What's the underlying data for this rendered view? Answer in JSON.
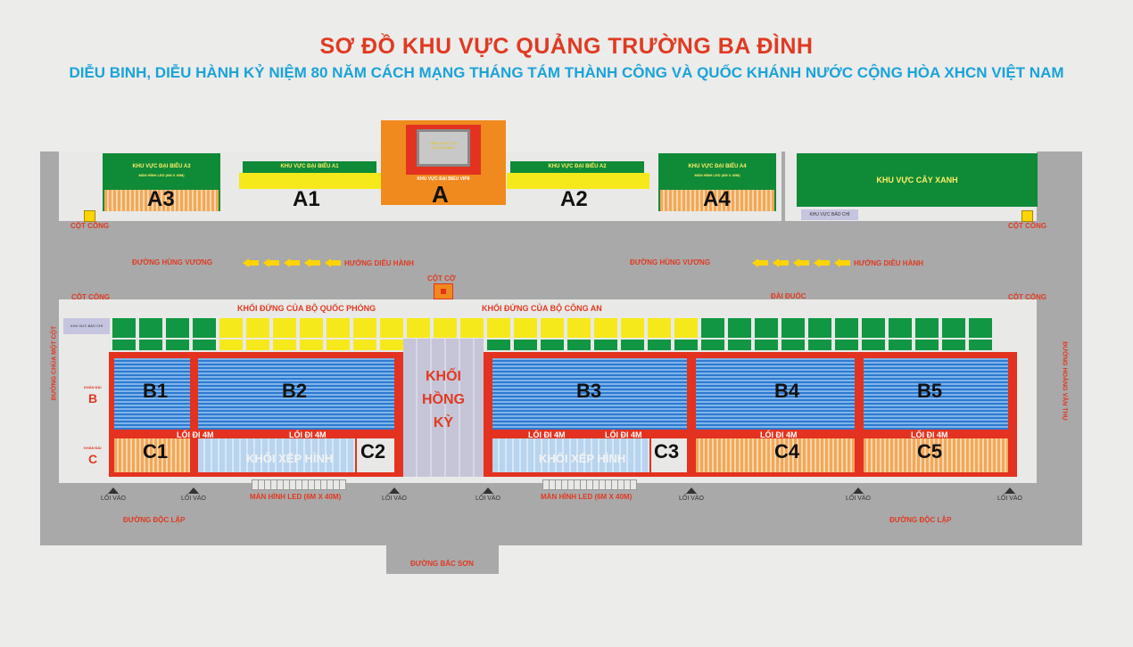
{
  "header": {
    "title": "SƠ ĐỒ KHU VỰC QUẢNG TRƯỜNG BA ĐÌNH",
    "subtitle": "DIỄU BINH, DIỄU HÀNH KỶ NIỆM 80 NĂM CÁCH MẠNG THÁNG TÁM THÀNH CÔNG VÀ QUỐC KHÁNH NƯỚC CỘNG HÒA XHCN VIỆT NAM"
  },
  "top_zones": {
    "a3": {
      "label": "KHU VỰC ĐẠI BIỂU A3",
      "screen": "MÀN HÌNH LED (6M X 40M)",
      "code": "A3"
    },
    "a1": {
      "label": "KHU VỰC ĐẠI BIỂU A1",
      "code": "A1"
    },
    "a": {
      "label": "KHU VỰC ĐẠI BIỂU VIP8",
      "code": "A",
      "monument": "LĂNG CHỦ TỊCH HỒ CHÍ MINH"
    },
    "a2": {
      "label": "KHU VỰC ĐẠI BIỂU A2",
      "code": "A2"
    },
    "a4": {
      "label": "KHU VỰC ĐẠI BIỂU A4",
      "screen": "MÀN HÌNH LED (6M X 40M)",
      "code": "A4"
    },
    "green": {
      "label": "KHU VỰC CÂY XANH"
    },
    "press_top": "KHU VỰC BÁO CHÍ"
  },
  "markers": {
    "cot_cong": "CỘT CỔNG",
    "cot_co": "CỘT CỜ",
    "dai_duoc": "ĐÀI ĐUỐC"
  },
  "streets": {
    "hung_vuong": "ĐƯỜNG HÙNG VƯƠNG",
    "huong_dieu_hanh": "HƯỚNG DIỄU HÀNH",
    "chua_mot_cot": "ĐƯỜNG CHÙA MỘT CỘT",
    "hoang_van_thu": "ĐƯỜNG HOÀNG VĂN THỤ",
    "doc_lap": "ĐƯỜNG ĐỘC LẬP",
    "bac_son": "ĐƯỜNG BẮC SƠN"
  },
  "blocks": {
    "qp": "KHỐI ĐỨNG CỦA BỘ QUỐC PHÒNG",
    "ca": "KHỐI ĐỨNG CỦA BỘ CÔNG AN",
    "hong_ky": [
      "KHỐI",
      "HỒNG",
      "KỲ"
    ],
    "xep_hinh": "KHỐI XẾP HÌNH",
    "press_left": "KHU VỰC BÁO CHÍ"
  },
  "stands": {
    "khan_dai": "KHÁN ĐÀI",
    "b": "B",
    "c": "C",
    "b_codes": [
      "B1",
      "B2",
      "B3",
      "B4",
      "B5"
    ],
    "c_codes": [
      "C1",
      "C2",
      "C3",
      "C4",
      "C5"
    ],
    "aisle": "LỐI ĐI 4M",
    "entry": "LỐI VÀO",
    "led": "MÀN HÌNH LED (6M X 40M)"
  },
  "colors": {
    "title": "#e03a22",
    "subtitle": "#1aa3d9",
    "stand_red": "#e3321f",
    "green": "#0f8a37",
    "yellow": "#f6e91b"
  }
}
